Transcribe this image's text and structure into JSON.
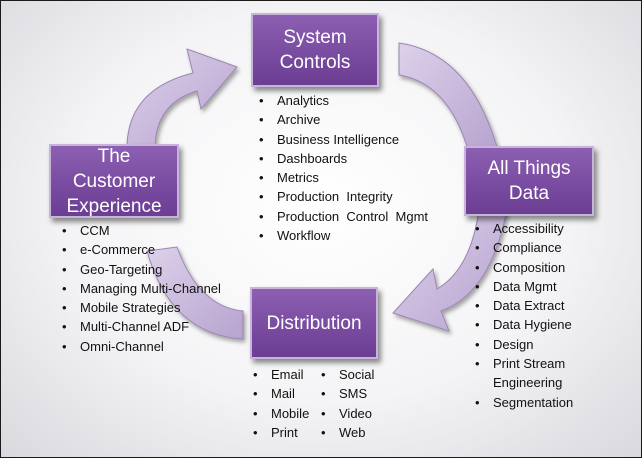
{
  "nodes": {
    "system_controls": {
      "title_lines": [
        "System",
        "Controls"
      ],
      "items": [
        "Analytics",
        "Archive",
        "Business Intelligence",
        "Dashboards",
        "Metrics",
        "Production  Integrity",
        "Production  Control  Mgmt",
        "Workflow"
      ]
    },
    "all_things_data": {
      "title_lines": [
        "All Things",
        "Data"
      ],
      "items": [
        "Accessibility",
        "Compliance",
        "Composition",
        "Data Mgmt",
        "Data Extract",
        "Data Hygiene",
        "Design",
        "Print Stream Engineering",
        "Segmentation"
      ]
    },
    "distribution": {
      "title_lines": [
        "Distribution"
      ],
      "items_col1": [
        "Email",
        "Mail",
        "Mobile",
        "Print"
      ],
      "items_col2": [
        "Social",
        "SMS",
        "Video",
        "Web"
      ]
    },
    "customer_experience": {
      "title_lines": [
        "The",
        "Customer",
        "Experience"
      ],
      "items": [
        "CCM",
        "e-Commerce",
        "Geo-Targeting",
        "Managing Multi-Channel",
        "Mobile Strategies",
        "Multi-Channel ADF",
        "Omni-Channel"
      ]
    }
  },
  "colors": {
    "box_fill": "#7b4ea3",
    "box_border": "#c7b4da",
    "arrow_fill": "#c9b8dc",
    "arrow_stroke": "#9a86b2"
  }
}
